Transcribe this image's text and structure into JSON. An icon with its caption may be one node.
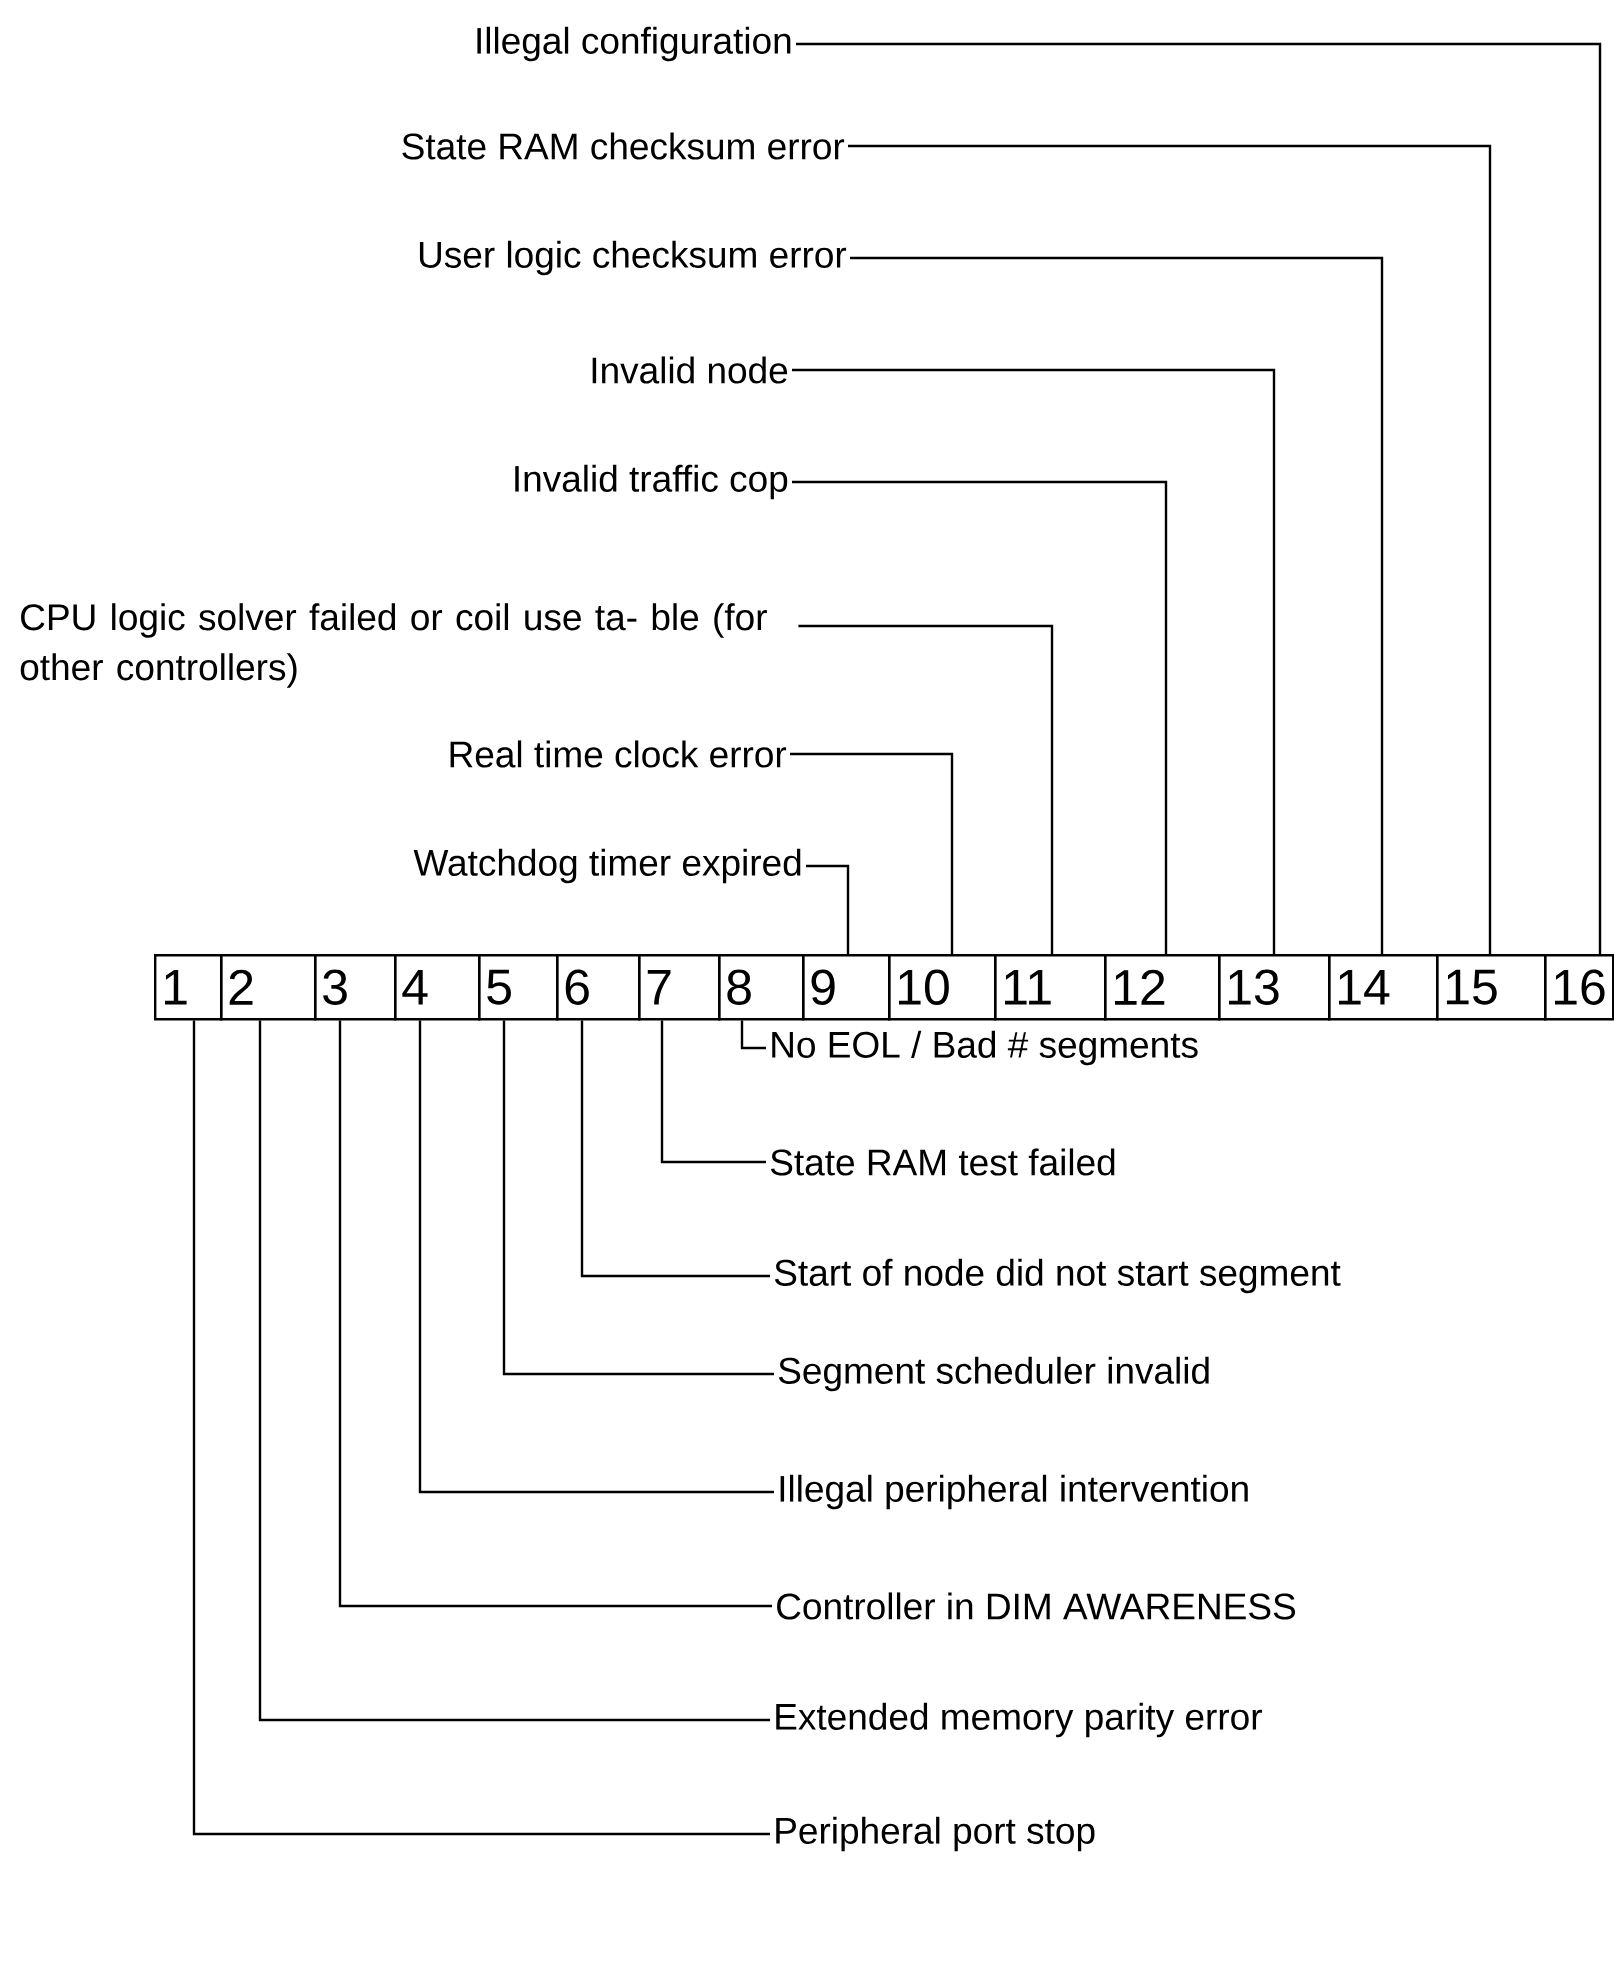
{
  "diagram": {
    "nodes": [
      {
        "text": [
          "Illegal configuration"
        ]
      },
      {
        "text": [
          "State RAM checksum error"
        ]
      },
      {
        "text": [
          "User logic checksum error"
        ]
      },
      {
        "text": [
          "Invalid node"
        ]
      },
      {
        "text": [
          "Invalid traffic cop"
        ]
      },
      {
        "text": [
          "CPU logic solver failed or coil use ta- ble (for other controllers)"
        ]
      },
      {
        "text": [
          "Real time clock error"
        ]
      },
      {
        "text": [
          "Watchdog timer expired"
        ]
      },
      {
        "text": [
          "1"
        ]
      },
      {
        "text": [
          "2"
        ]
      },
      {
        "text": [
          "3"
        ]
      },
      {
        "text": [
          "4"
        ]
      },
      {
        "text": [
          "5"
        ]
      },
      {
        "text": [
          "6"
        ]
      },
      {
        "text": [
          "7"
        ]
      },
      {
        "text": [
          "8"
        ]
      },
      {
        "text": [
          "9"
        ]
      },
      {
        "text": [
          "10"
        ]
      },
      {
        "text": [
          "11"
        ]
      },
      {
        "text": [
          "12"
        ]
      },
      {
        "text": [
          "13"
        ]
      },
      {
        "text": [
          "14"
        ]
      },
      {
        "text": [
          "15"
        ]
      },
      {
        "text": [
          "16"
        ]
      },
      {
        "text": [
          "No EOL / Bad # segments"
        ]
      },
      {
        "text": [
          "State RAM test failed"
        ]
      },
      {
        "text": [
          "Start of node did not start segment"
        ]
      },
      {
        "text": [
          "Segment scheduler invalid"
        ]
      },
      {
        "text": [
          "Illegal peripheral intervention"
        ]
      },
      {
        "text": [
          "Controller in DIM AWARENESS"
        ]
      },
      {
        "text": [
          "Extended memory parity error"
        ]
      },
      {
        "text": [
          "Peripheral port stop"
        ]
      }
    ],
    "edges": [
      {
        "from": 0,
        "to": 23,
        "arrow": "none"
      },
      {
        "from": 1,
        "to": 22,
        "arrow": "none"
      },
      {
        "from": 2,
        "to": 21,
        "arrow": "none"
      },
      {
        "from": 3,
        "to": 20,
        "arrow": "none"
      },
      {
        "from": 4,
        "to": 19,
        "arrow": "none"
      },
      {
        "from": 5,
        "to": 18,
        "arrow": "none"
      },
      {
        "from": 6,
        "to": 17,
        "arrow": "none"
      },
      {
        "from": 7,
        "to": 16,
        "arrow": "none"
      },
      {
        "from": 24,
        "to": 15,
        "arrow": "none"
      },
      {
        "from": 25,
        "to": 14,
        "arrow": "none"
      },
      {
        "from": 26,
        "to": 13,
        "arrow": "none"
      },
      {
        "from": 27,
        "to": 12,
        "arrow": "none"
      },
      {
        "from": 28,
        "to": 11,
        "arrow": "none"
      },
      {
        "from": 29,
        "to": 10,
        "arrow": "none"
      },
      {
        "from": 30,
        "to": 9,
        "arrow": "none"
      },
      {
        "from": 31,
        "to": 8,
        "arrow": "none"
      }
    ]
  }
}
